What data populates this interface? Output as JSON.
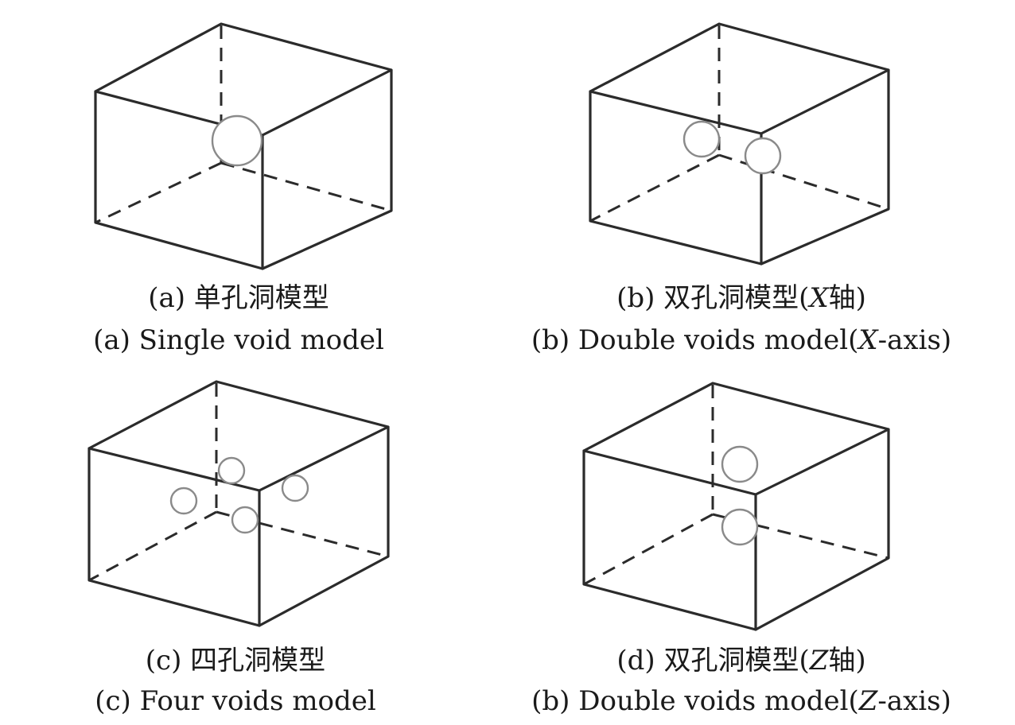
{
  "panels": [
    {
      "id": "a",
      "caption_cn": "(a) 单孔洞模型",
      "caption_en": "(a) Single void model",
      "void_count": 1
    },
    {
      "id": "b",
      "caption_cn_prefix": "(b) 双孔洞模型(",
      "caption_cn_axis": "X",
      "caption_cn_suffix": "轴)",
      "caption_en_prefix": "(b) Double voids model(",
      "caption_en_axis": "X",
      "caption_en_suffix": "-axis)",
      "void_count": 2
    },
    {
      "id": "c",
      "caption_cn": "(c) 四孔洞模型",
      "caption_en": "(c) Four voids model",
      "void_count": 4
    },
    {
      "id": "d",
      "caption_cn_prefix": "(d) 双孔洞模型(",
      "caption_cn_axis": "Z",
      "caption_cn_suffix": "轴)",
      "caption_en_prefix": "(b) Double voids model(",
      "caption_en_axis": "Z",
      "caption_en_suffix": "-axis)",
      "void_count": 2
    }
  ],
  "colors": {
    "edge": "#2b2b2b",
    "void_outline": "#8a8a8a",
    "background": "#ffffff"
  }
}
